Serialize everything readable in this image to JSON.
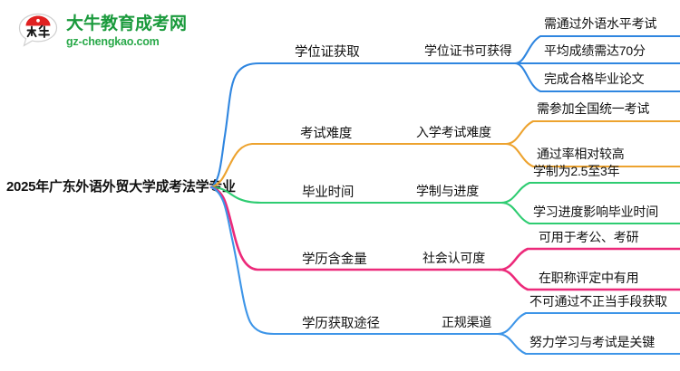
{
  "logo": {
    "mark_name": "daniu-speech-bubble-logo",
    "mark_text": "大牛",
    "title": "大牛教育成考网",
    "subtitle": "gz-chengkao.com",
    "title_color": "#1a9a3c",
    "subtitle_color": "#2aa94a",
    "bubble_arc_color": "#e02020"
  },
  "mindmap": {
    "root": {
      "label": "2025年广东外语外贸大学成考法学专业"
    },
    "branches": [
      {
        "color": "#2f86e0",
        "level1": "学位证获取",
        "level2": "学位证书可获得",
        "leaves": [
          "需通过外语水平考试",
          "平均成绩需达70分",
          "完成合格毕业论文"
        ]
      },
      {
        "color": "#eda32f",
        "level1": "考试难度",
        "level2": "入学考试难度",
        "leaves": [
          "需参加全国统一考试",
          "通过率相对较高"
        ]
      },
      {
        "color": "#2ecc71",
        "level1": "毕业时间",
        "level2": "学制与进度",
        "leaves": [
          "学制为2.5至3年",
          "学习进度影响毕业时间"
        ]
      },
      {
        "color": "#ec2a7a",
        "level1": "学历含金量",
        "level2": "社会认可度",
        "leaves": [
          "可用于考公、考研",
          "在职称评定中有用"
        ]
      },
      {
        "color": "#3d95e8",
        "level1": "学历获取途径",
        "level2": "正规渠道",
        "leaves": [
          "不可通过不正当手段获取",
          "努力学习与考试是关键"
        ]
      }
    ]
  }
}
